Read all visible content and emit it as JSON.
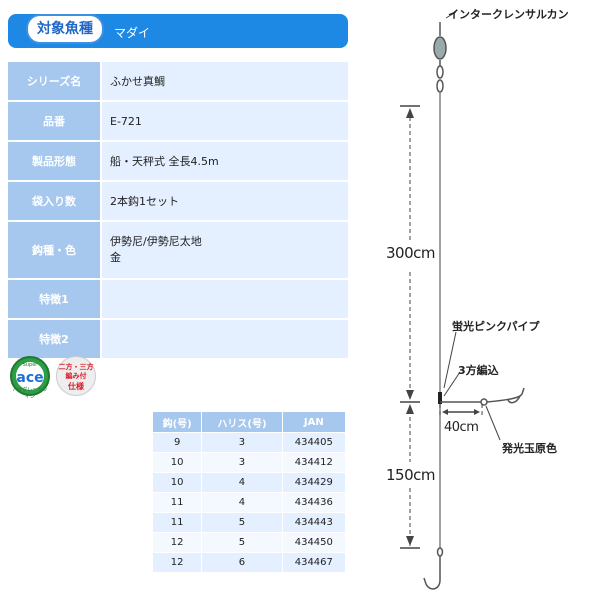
{
  "header": {
    "tab_label": "対象魚種",
    "value": "マダイ"
  },
  "spec_rows": [
    {
      "key": "シリーズ名",
      "value": "ふかせ真鯛"
    },
    {
      "key": "品番",
      "value": "E-721"
    },
    {
      "key": "製品形態",
      "value": "船・天秤式 全長4.5m"
    },
    {
      "key": "袋入り数",
      "value": "2本鈎1セット"
    },
    {
      "key": "鈎種・色",
      "value": "伊勢尼/伊勢尼太地",
      "value2": "金"
    },
    {
      "key": "特徴1",
      "value": ""
    },
    {
      "key": "特徴2",
      "value": ""
    }
  ],
  "badges": {
    "ace": {
      "text": "ace",
      "top": "Super",
      "bottom": "ハイグレードライン"
    },
    "twist": {
      "line1": "二方・三方",
      "line2": "編み付",
      "line3": "仕様"
    }
  },
  "size_table": {
    "headers": [
      "鈎(号)",
      "ハリス(号)",
      "JAN"
    ],
    "rows": [
      [
        "9",
        "3",
        "434405"
      ],
      [
        "10",
        "3",
        "434412"
      ],
      [
        "10",
        "4",
        "434429"
      ],
      [
        "11",
        "4",
        "434436"
      ],
      [
        "11",
        "5",
        "434443"
      ],
      [
        "12",
        "5",
        "434450"
      ],
      [
        "12",
        "6",
        "434467"
      ]
    ]
  },
  "diagram": {
    "swivel_label": "インタークレンサルカン",
    "length_top": "300cm",
    "pipe_label": "蛍光ピンクパイプ",
    "knot_label": "3方編込",
    "branch_length": "40cm",
    "bead_label": "発光玉原色",
    "length_bottom": "150cm",
    "line_color": "#555555"
  }
}
